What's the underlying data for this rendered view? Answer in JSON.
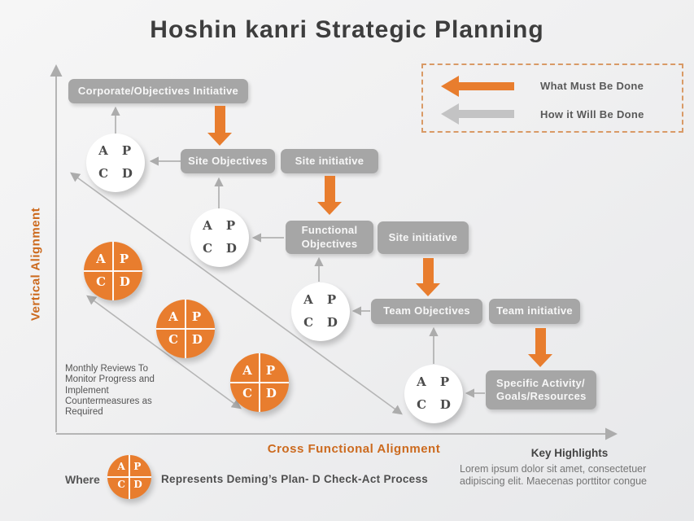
{
  "title": "Hoshin kanri Strategic Planning",
  "colors": {
    "orange": "#E87D2E",
    "box_gray": "#A6A6A6",
    "label_orange": "#CC6A1E",
    "legend_gray_arrow": "#C3C3C4"
  },
  "legend": {
    "what_must_be_done": "What Must Be Done",
    "how_it_will_be_done": "How it Will Be Done"
  },
  "axes": {
    "vertical": "Vertical Alignment",
    "horizontal": "Cross Functional Alignment"
  },
  "boxes": {
    "corporate": "Corporate/Objectives Initiative",
    "site_objectives": "Site Objectives",
    "site_initiative_1": "Site initiative",
    "functional_objectives": "Functional Objectives",
    "site_initiative_2": "Site initiative",
    "team_objectives": "Team Objectives",
    "team_initiative": "Team initiative",
    "specific_activity_line1": "Specific Activity/",
    "specific_activity_line2": "Goals/Resources"
  },
  "pdca": {
    "a": "A",
    "p": "P",
    "c": "C",
    "d": "D"
  },
  "notes": {
    "monthly_review": "Monthly Reviews To Monitor Progress and Implement Countermeasures as Required"
  },
  "footer": {
    "where_label": "Where",
    "represents_text": "Represents Deming’s Plan- D Check-Act Process",
    "key_highlights_title": "Key Highlights",
    "key_highlights_body": "Lorem ipsum dolor sit amet, consectetuer adipiscing elit. Maecenas porttitor congue"
  }
}
